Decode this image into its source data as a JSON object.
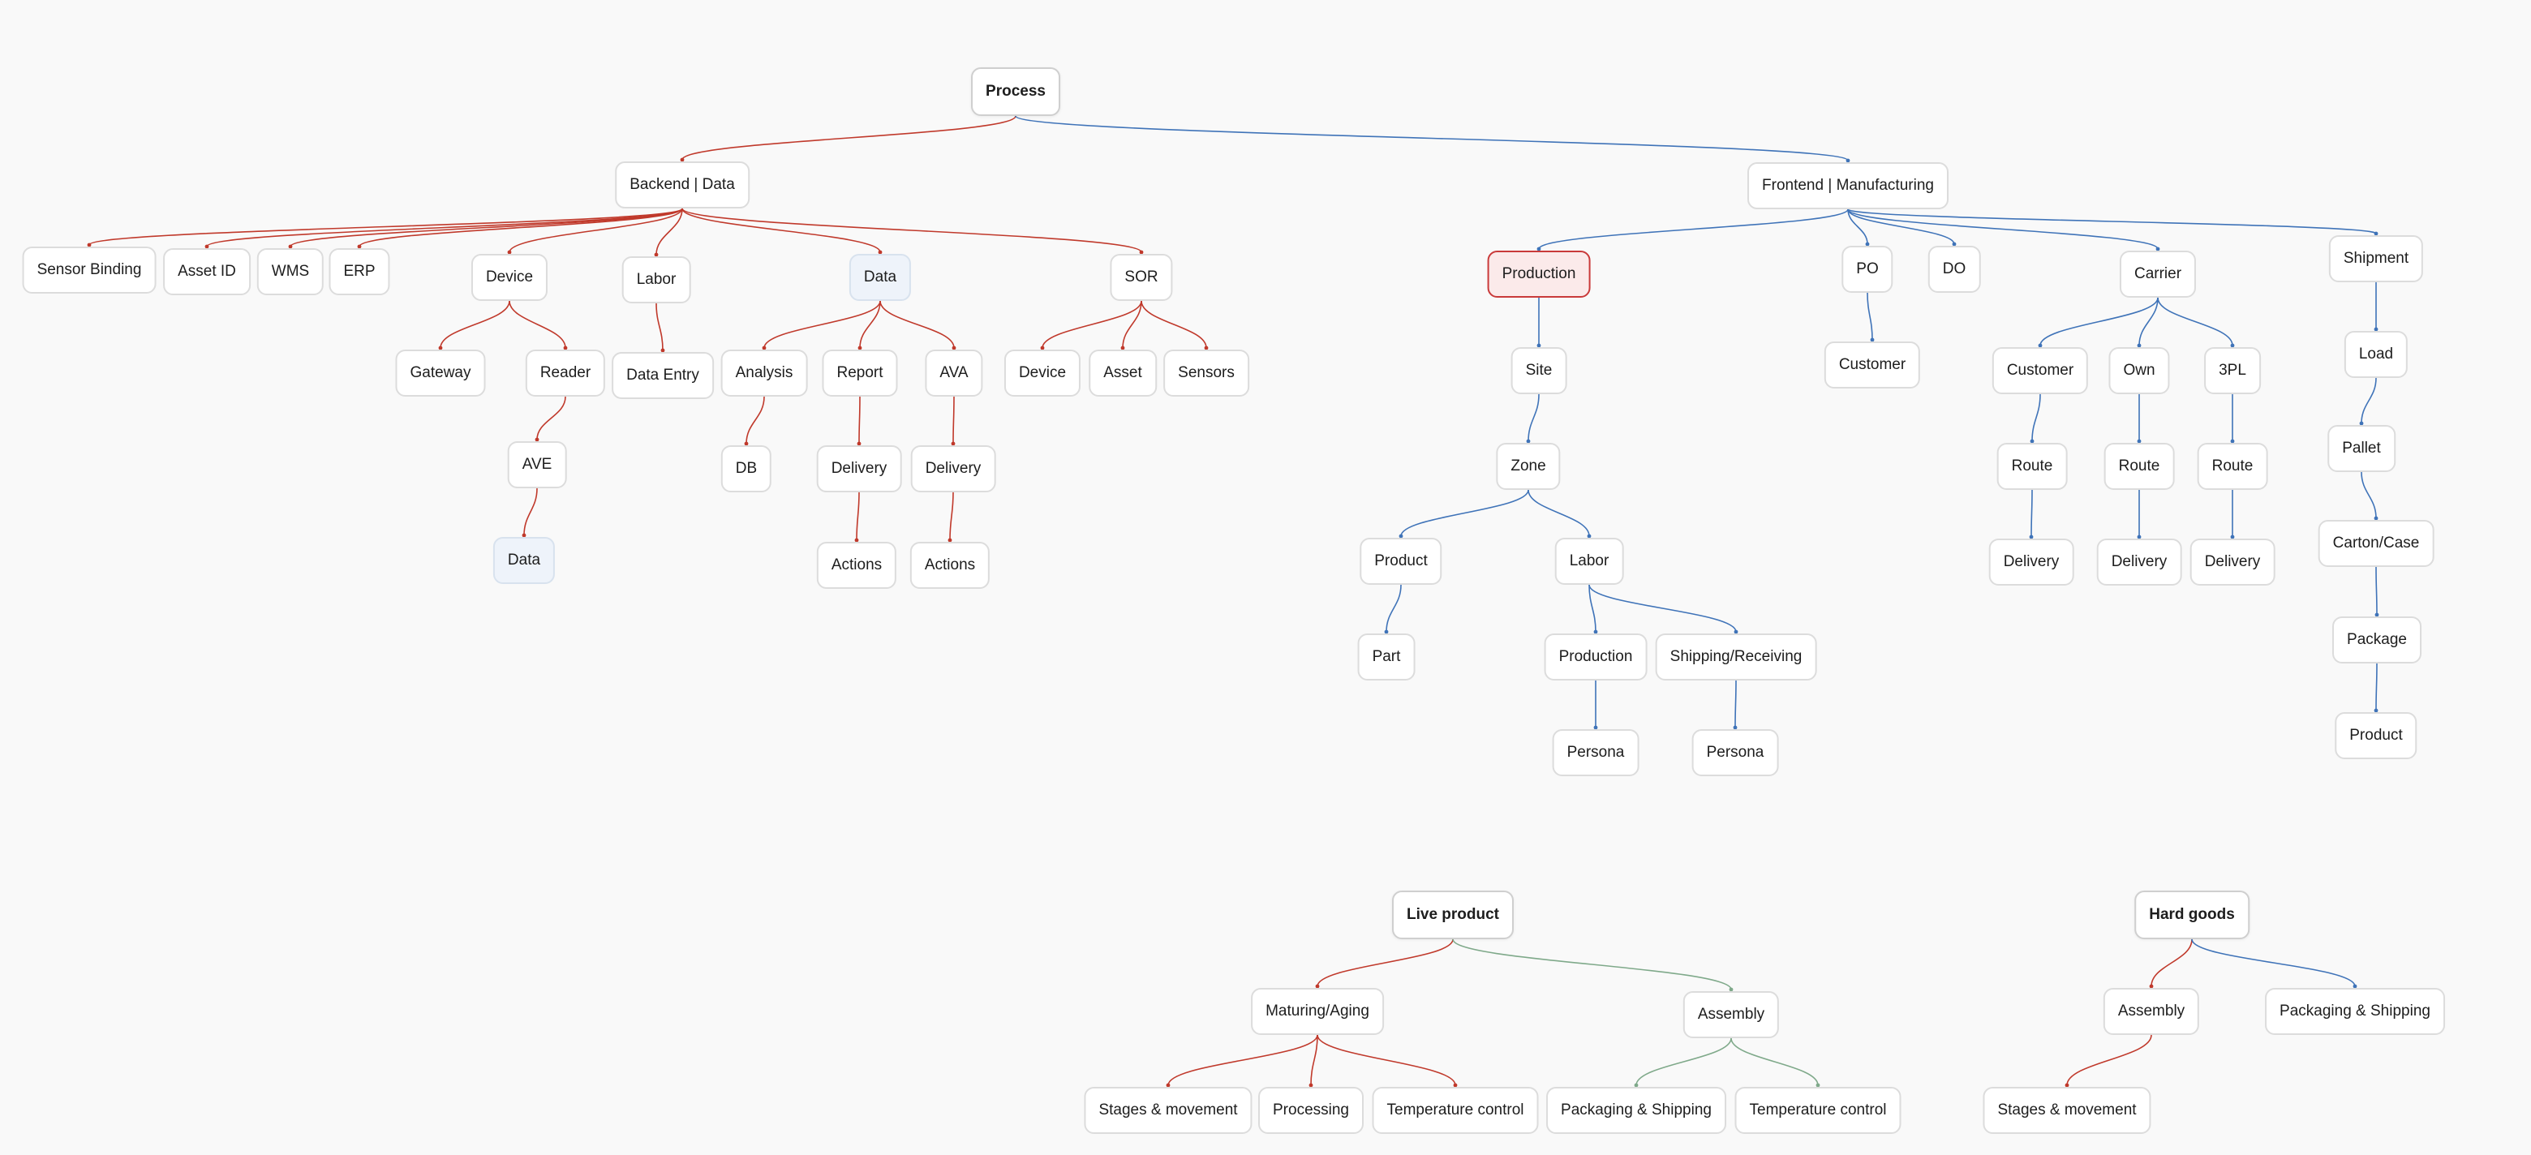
{
  "diagram": {
    "colors": {
      "red": "#c0392b",
      "blue": "#3f73b8",
      "green": "#7fa98a",
      "node_border": "#dcdcdc",
      "highlight_bg": "#fbeaea",
      "highlight_border": "#c93a3a",
      "tinted_bg": "#eef3fa"
    },
    "nodes": {
      "process": "Process",
      "backend": "Backend | Data",
      "frontend": "Frontend | Manufacturing",
      "sensor_binding": "Sensor Binding",
      "asset_id": "Asset ID",
      "wms": "WMS",
      "erp": "ERP",
      "device": "Device",
      "labor_b": "Labor",
      "data_b": "Data",
      "sor": "SOR",
      "gateway": "Gateway",
      "reader": "Reader",
      "ave": "AVE",
      "data_ave": "Data",
      "data_entry": "Data Entry",
      "analysis": "Analysis",
      "db": "DB",
      "report": "Report",
      "report_delivery": "Delivery",
      "report_actions": "Actions",
      "ava": "AVA",
      "ava_delivery": "Delivery",
      "ava_actions": "Actions",
      "sor_device": "Device",
      "sor_asset": "Asset",
      "sor_sensors": "Sensors",
      "production": "Production",
      "site": "Site",
      "zone": "Zone",
      "product": "Product",
      "part": "Part",
      "labor_f": "Labor",
      "labor_production": "Production",
      "labor_shipping": "Shipping/Receiving",
      "persona_1": "Persona",
      "persona_2": "Persona",
      "po": "PO",
      "po_customer": "Customer",
      "do": "DO",
      "carrier": "Carrier",
      "carrier_customer": "Customer",
      "carrier_customer_route": "Route",
      "carrier_customer_delivery": "Delivery",
      "own": "Own",
      "own_route": "Route",
      "own_delivery": "Delivery",
      "tpl": "3PL",
      "tpl_route": "Route",
      "tpl_delivery": "Delivery",
      "shipment": "Shipment",
      "load": "Load",
      "pallet": "Pallet",
      "carton_case": "Carton/Case",
      "package": "Package",
      "ship_product": "Product",
      "live_product": "Live product",
      "maturing": "Maturing/Aging",
      "live_stages": "Stages & movement",
      "live_processing": "Processing",
      "live_temp": "Temperature control",
      "live_assembly": "Assembly",
      "live_packaging": "Packaging & Shipping",
      "live_assembly_temp": "Temperature control",
      "hard_goods": "Hard goods",
      "hard_assembly": "Assembly",
      "hard_packaging": "Packaging & Shipping",
      "hard_stages": "Stages & movement"
    }
  }
}
